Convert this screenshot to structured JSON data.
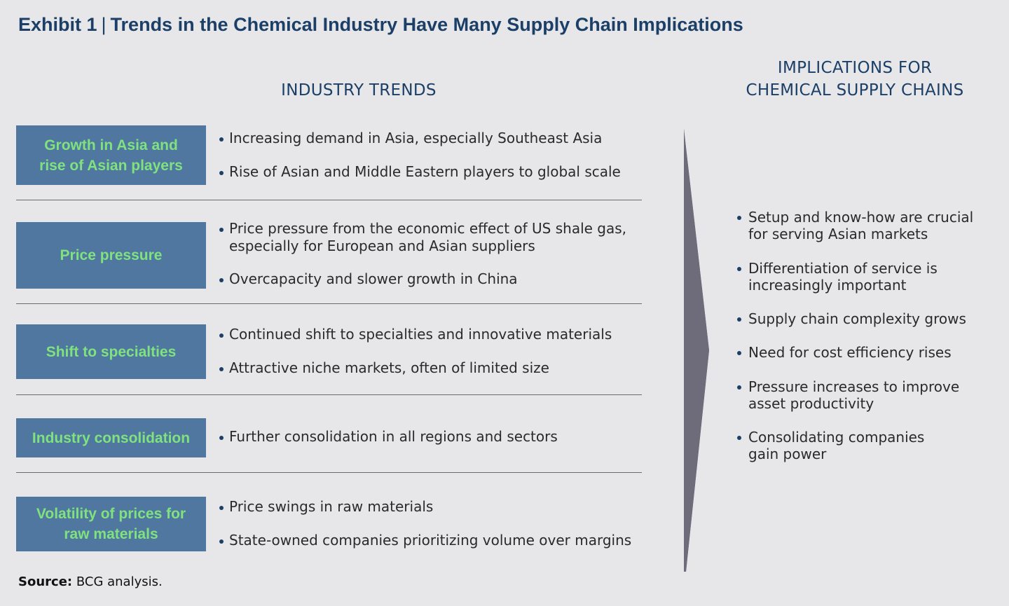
{
  "title": {
    "exhibit": "Exhibit 1",
    "separator": "|",
    "text": "Trends in the Chemical Industry Have Many Supply Chain Implications"
  },
  "columns": {
    "trends_header": "INDUSTRY TRENDS",
    "implications_header_line1": "IMPLICATIONS FOR",
    "implications_header_line2": "CHEMICAL SUPPLY CHAINS"
  },
  "trends": [
    {
      "label": "Growth in Asia and rise of Asian players",
      "bullets": [
        "Increasing demand in Asia, especially Southeast Asia",
        "Rise of Asian and Middle Eastern players to global scale"
      ]
    },
    {
      "label": "Price pressure",
      "bullets": [
        "Price pressure from the economic effect of US shale gas,\nespecially for European and Asian suppliers",
        "Overcapacity and slower growth in China"
      ]
    },
    {
      "label": "Shift to specialties",
      "bullets": [
        "Continued shift to specialties and innovative materials",
        "Attractive niche markets, often of limited size"
      ]
    },
    {
      "label": "Industry consolidation",
      "bullets": [
        "Further consolidation in all regions and sectors"
      ]
    },
    {
      "label": "Volatility of prices for raw materials",
      "bullets": [
        "Price swings in raw materials",
        "State-owned companies prioritizing volume over margins"
      ]
    }
  ],
  "implications": [
    "Setup and know-how are crucial\nfor serving Asian markets",
    "Differentiation of service is\nincreasingly important",
    "Supply chain complexity grows",
    "Need for cost efficiency rises",
    "Pressure increases to improve\nasset productivity",
    "Consolidating companies\ngain power"
  ],
  "source": {
    "label": "Source:",
    "text": "BCG analysis."
  },
  "colors": {
    "title": "#1b3f66",
    "box_fill": "#4f77a0",
    "box_text": "#7fe27f",
    "arrow": "#6e6c7a",
    "background": "#e7e7ea"
  }
}
